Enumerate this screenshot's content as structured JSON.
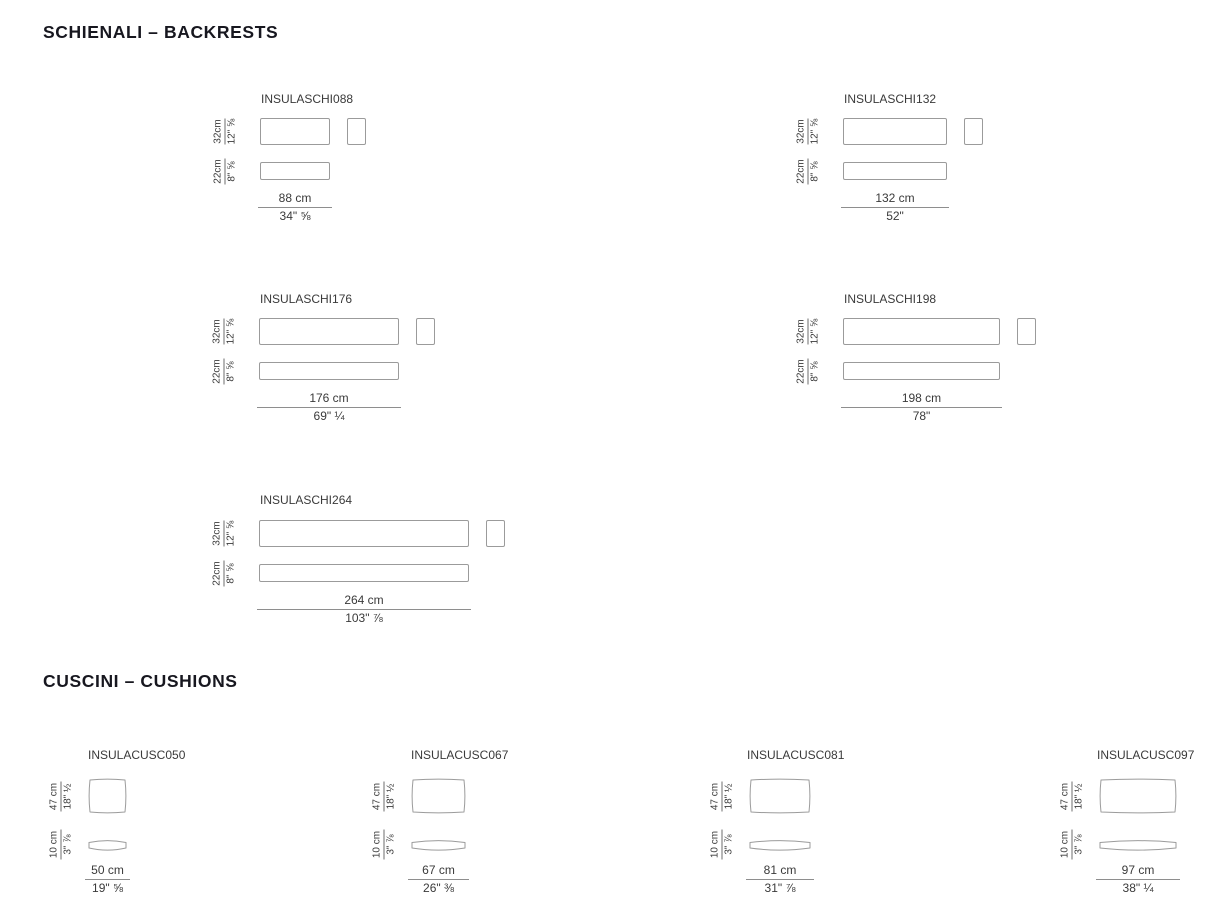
{
  "backrests": {
    "title": "SCHIENALI – BACKRESTS",
    "items": [
      {
        "code": "INSULASCHI088",
        "h1_cm": "32cm",
        "h1_in": "12\" ⅝",
        "h2_cm": "22cm",
        "h2_in": "8\" ⅝",
        "w_cm": "88 cm",
        "w_in": "34\" ⅝"
      },
      {
        "code": "INSULASCHI132",
        "h1_cm": "32cm",
        "h1_in": "12\" ⅝",
        "h2_cm": "22cm",
        "h2_in": "8\" ⅝",
        "w_cm": "132 cm",
        "w_in": "52\""
      },
      {
        "code": "INSULASCHI176",
        "h1_cm": "32cm",
        "h1_in": "12\" ⅝",
        "h2_cm": "22cm",
        "h2_in": "8\" ⅝",
        "w_cm": "176 cm",
        "w_in": "69\" ¼"
      },
      {
        "code": "INSULASCHI198",
        "h1_cm": "32cm",
        "h1_in": "12\" ⅝",
        "h2_cm": "22cm",
        "h2_in": "8\" ⅝",
        "w_cm": "198 cm",
        "w_in": "78\""
      },
      {
        "code": "INSULASCHI264",
        "h1_cm": "32cm",
        "h1_in": "12\" ⅝",
        "h2_cm": "22cm",
        "h2_in": "8\" ⅝",
        "w_cm": "264 cm",
        "w_in": "103\" ⅞"
      }
    ]
  },
  "cushions": {
    "title": "CUSCINI – CUSHIONS",
    "items": [
      {
        "code": "INSULACUSC050",
        "h1_cm": "47 cm",
        "h1_in": "18\" ½",
        "h2_cm": "10 cm",
        "h2_in": "3\" ⅞",
        "w_cm": "50 cm",
        "w_in": "19\" ⅝"
      },
      {
        "code": "INSULACUSC067",
        "h1_cm": "47 cm",
        "h1_in": "18\" ½",
        "h2_cm": "10 cm",
        "h2_in": "3\" ⅞",
        "w_cm": "67 cm",
        "w_in": "26\" ⅜"
      },
      {
        "code": "INSULACUSC081",
        "h1_cm": "47 cm",
        "h1_in": "18\" ½",
        "h2_cm": "10 cm",
        "h2_in": "3\" ⅞",
        "w_cm": "81 cm",
        "w_in": "31\" ⅞"
      },
      {
        "code": "INSULACUSC097",
        "h1_cm": "47 cm",
        "h1_in": "18\" ½",
        "h2_cm": "10 cm",
        "h2_in": "3\" ⅞",
        "w_cm": "97 cm",
        "w_in": "38\" ¼"
      }
    ]
  },
  "colors": {
    "heading": "#17171f",
    "label": "#3a3a3a",
    "outline": "#9b9b9b"
  }
}
